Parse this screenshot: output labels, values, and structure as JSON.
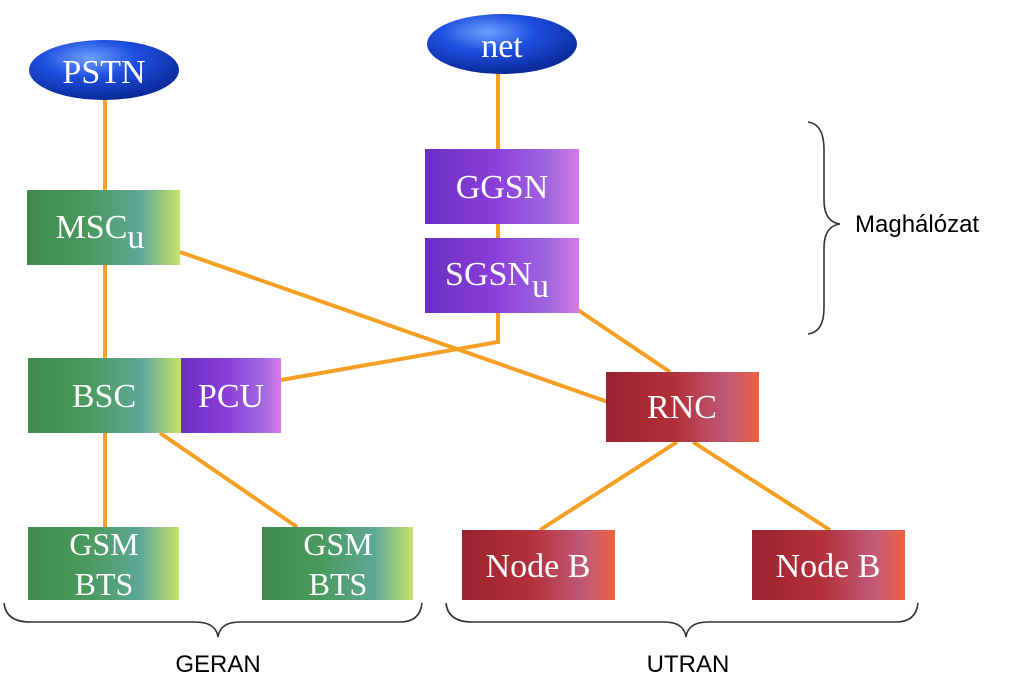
{
  "nodes": {
    "pstn": {
      "label": "PSTN"
    },
    "net": {
      "label": "net"
    },
    "ggsn": {
      "label": "GGSN"
    },
    "sgsn": {
      "label": "SGSN",
      "sub": "u"
    },
    "msc": {
      "label": "MSC",
      "sub": "u"
    },
    "bsc": {
      "label": "BSC"
    },
    "pcu": {
      "label": "PCU"
    },
    "rnc": {
      "label": "RNC"
    },
    "gsm_bts_1": {
      "line1": "GSM",
      "line2": "BTS"
    },
    "gsm_bts_2": {
      "line1": "GSM",
      "line2": "BTS"
    },
    "node_b_1": {
      "label": "Node B"
    },
    "node_b_2": {
      "label": "Node B"
    }
  },
  "groups": {
    "core": "Maghálózat",
    "geran": "GERAN",
    "utran": "UTRAN"
  },
  "colors": {
    "link": "#f5a025",
    "cloud": "#1a44d0",
    "green": "#4e9a4a",
    "purple": "#8a3fd0",
    "red": "#b3303a"
  }
}
